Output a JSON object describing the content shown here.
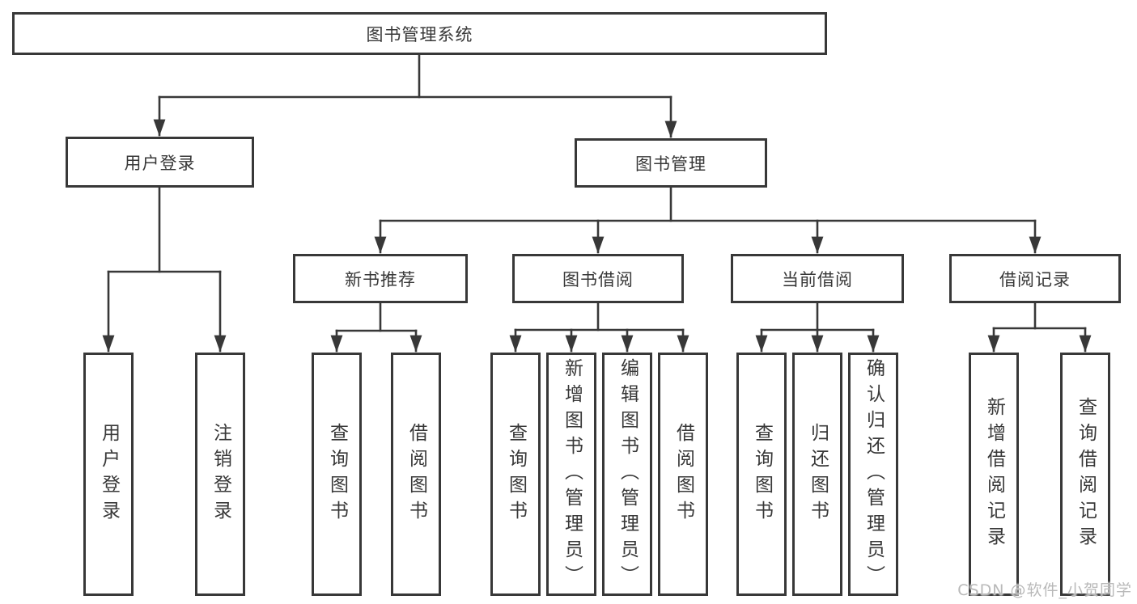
{
  "tree": {
    "root": {
      "label": "图书管理系统",
      "children": [
        {
          "label": "用户登录",
          "children": [
            {
              "label": "用户登录"
            },
            {
              "label": "注销登录"
            }
          ]
        },
        {
          "label": "图书管理",
          "children": [
            {
              "label": "新书推荐",
              "children": [
                {
                  "label": "查询图书"
                },
                {
                  "label": "借阅图书"
                }
              ]
            },
            {
              "label": "图书借阅",
              "children": [
                {
                  "label": "查询图书"
                },
                {
                  "label": "新增图书（管理员）"
                },
                {
                  "label": "编辑图书（管理员）"
                },
                {
                  "label": "借阅图书"
                }
              ]
            },
            {
              "label": "当前借阅",
              "children": [
                {
                  "label": "查询图书"
                },
                {
                  "label": "归还图书"
                },
                {
                  "label": "确认归还（管理员）"
                }
              ]
            },
            {
              "label": "借阅记录",
              "children": [
                {
                  "label": "新增借阅记录"
                },
                {
                  "label": "查询借阅记录"
                }
              ]
            }
          ]
        }
      ]
    }
  },
  "watermark": {
    "text": "CSDN @软件_小贺同学"
  },
  "colors": {
    "line": "#383838",
    "text": "#383838",
    "box_background": "#ffffff",
    "page_background": "#ffffff",
    "watermark": "#b9b9b9"
  }
}
